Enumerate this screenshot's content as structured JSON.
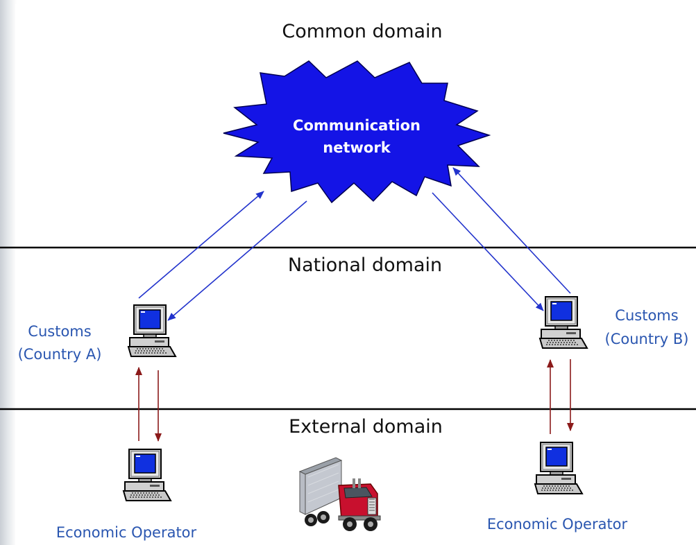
{
  "domains": {
    "common": "Common domain",
    "national": "National domain",
    "external": "External domain"
  },
  "network": {
    "line1": "Communication",
    "line2": "network"
  },
  "customs_a": {
    "line1": "Customs",
    "line2": "(Country A)"
  },
  "customs_b": {
    "line1": "Customs",
    "line2": "(Country B)"
  },
  "operator_a": "Economic Operator",
  "operator_b": "Economic Operator",
  "colors": {
    "network_fill": "#1414e6",
    "blue_arrow": "#2233cc",
    "red_arrow": "#8b1a1a",
    "label_blue": "#2a56b0",
    "divider": "#000000"
  },
  "icons": {
    "computer": "computer-icon",
    "truck": "truck-icon"
  }
}
